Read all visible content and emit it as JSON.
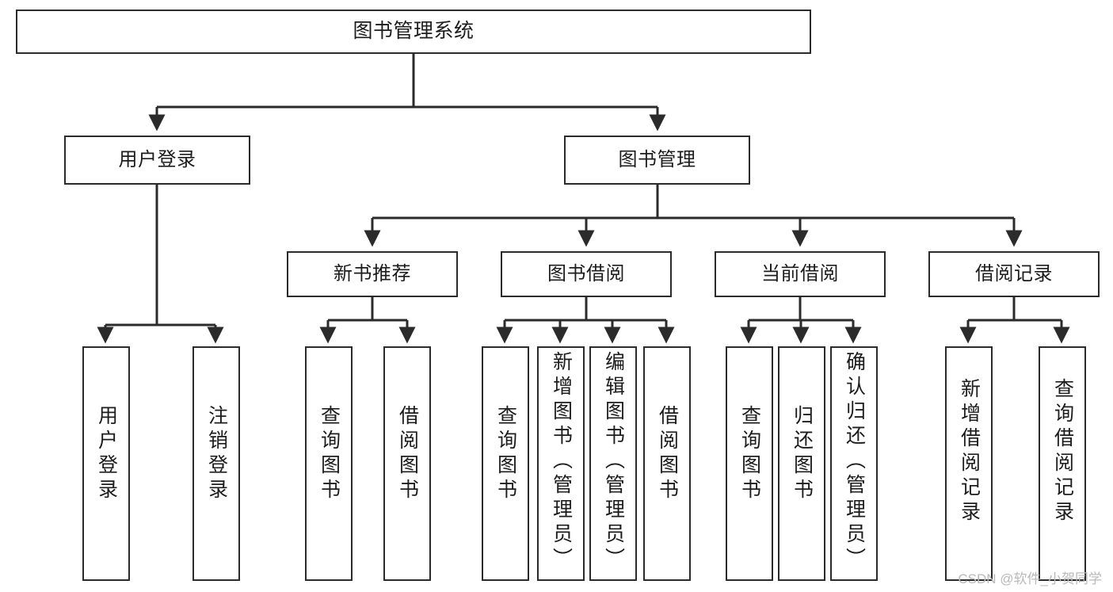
{
  "diagram": {
    "title": "图书管理系统",
    "type": "tree",
    "watermark": "CSDN @软件_小贺同学",
    "colors": {
      "box_border": "#2b2b2b",
      "box_fill": "#ffffff",
      "edge": "#2b2b2b",
      "text": "#1c1c1c",
      "background": "#ffffff",
      "watermark": "#b9b9b9"
    },
    "root": {
      "id": "root",
      "label": "图书管理系统"
    },
    "level2": [
      {
        "id": "user-login",
        "label": "用户登录"
      },
      {
        "id": "book-manage",
        "label": "图书管理"
      }
    ],
    "level3": [
      {
        "id": "new-book-recommend",
        "label": "新书推荐"
      },
      {
        "id": "book-borrow",
        "label": "图书借阅"
      },
      {
        "id": "current-borrow",
        "label": "当前借阅"
      },
      {
        "id": "borrow-record",
        "label": "借阅记录"
      }
    ],
    "leaves": {
      "user_login": [
        {
          "id": "leaf-user-login",
          "label": "用户登录"
        },
        {
          "id": "leaf-logout",
          "label": "注销登录"
        }
      ],
      "new_book_recommend": [
        {
          "id": "leaf-query-book-1",
          "label": "查询图书"
        },
        {
          "id": "leaf-borrow-book-1",
          "label": "借阅图书"
        }
      ],
      "book_borrow": [
        {
          "id": "leaf-query-book-2",
          "label": "查询图书"
        },
        {
          "id": "leaf-add-book",
          "label": "新增图书（管理员）"
        },
        {
          "id": "leaf-edit-book",
          "label": "编辑图书（管理员）"
        },
        {
          "id": "leaf-borrow-book-2",
          "label": "借阅图书"
        }
      ],
      "current_borrow": [
        {
          "id": "leaf-query-book-3",
          "label": "查询图书"
        },
        {
          "id": "leaf-return-book",
          "label": "归还图书"
        },
        {
          "id": "leaf-confirm-return",
          "label": "确认归还（管理员）"
        }
      ],
      "borrow_record": [
        {
          "id": "leaf-add-record",
          "label": "新增借阅记录"
        },
        {
          "id": "leaf-query-record",
          "label": "查询借阅记录"
        }
      ]
    }
  }
}
